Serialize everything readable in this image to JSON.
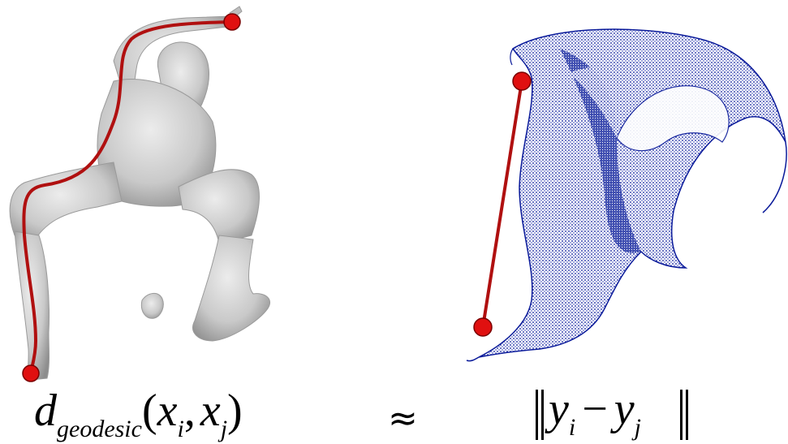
{
  "formula_left": {
    "d": "d",
    "subscript": "geodesic",
    "open_paren": "(",
    "x1": "x",
    "x1_sub": "i",
    "comma": ",",
    "x2": "x",
    "x2_sub": "j",
    "close_paren": ")"
  },
  "approx_symbol": "≈",
  "formula_right": {
    "y1": "y",
    "y1_sub": "i",
    "minus": "−",
    "y2": "y",
    "y2_sub": "j"
  },
  "colors": {
    "mesh": "#c8c8c8",
    "path": "#b01010",
    "endpoint": "#e01010",
    "point_cloud": "#0a1a9a"
  }
}
